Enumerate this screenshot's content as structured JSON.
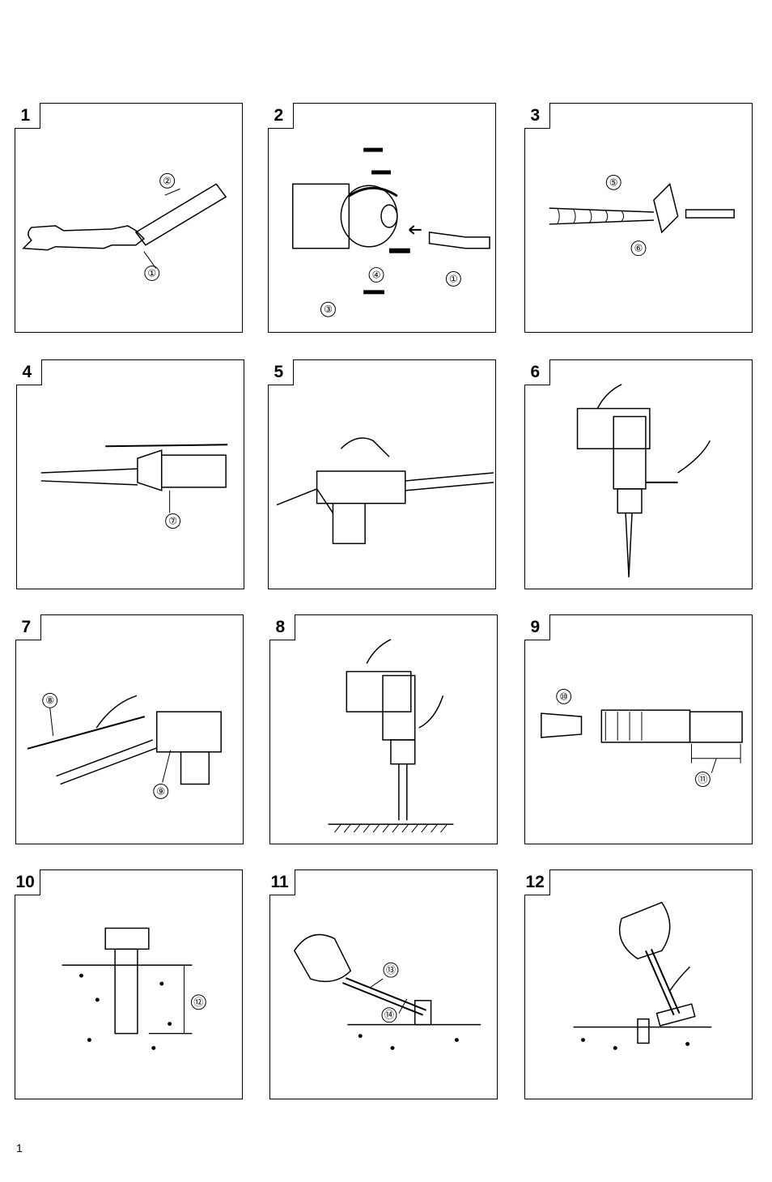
{
  "figures": [
    {
      "number": "1",
      "callouts": [
        "②",
        "①"
      ]
    },
    {
      "number": "2",
      "callouts": [
        "④",
        "①",
        "③"
      ]
    },
    {
      "number": "3",
      "callouts": [
        "⑤",
        "⑥"
      ]
    },
    {
      "number": "4",
      "callouts": [
        "⑦"
      ]
    },
    {
      "number": "5",
      "callouts": []
    },
    {
      "number": "6",
      "callouts": []
    },
    {
      "number": "7",
      "callouts": [
        "⑧",
        "⑨"
      ]
    },
    {
      "number": "8",
      "callouts": []
    },
    {
      "number": "9",
      "callouts": [
        "⑩",
        "⑪"
      ]
    },
    {
      "number": "10",
      "callouts": [
        "⑫"
      ]
    },
    {
      "number": "11",
      "callouts": [
        "⑬",
        "⑭"
      ]
    },
    {
      "number": "12",
      "callouts": []
    }
  ],
  "page_number": "1"
}
